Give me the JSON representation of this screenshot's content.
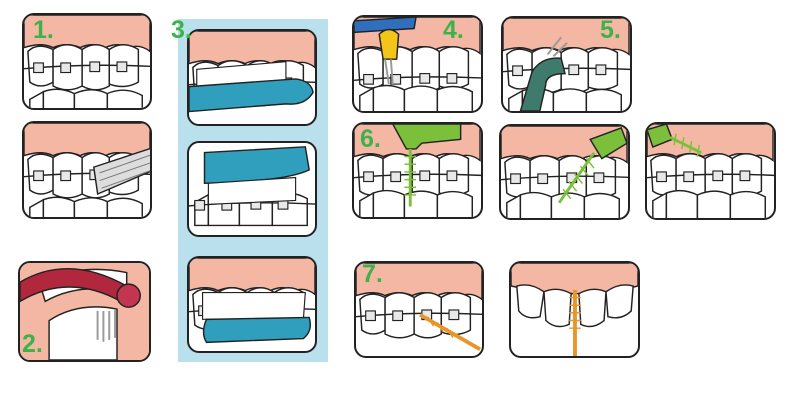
{
  "steps": {
    "s1": "1.",
    "s2": "2.",
    "s3": "3.",
    "s4": "4.",
    "s5": "5.",
    "s6": "6.",
    "s7": "7."
  },
  "colors": {
    "gum": "#f4b7a4",
    "teeth": "#ffffff",
    "outline": "#222222",
    "column_bg": "#b9e0ec",
    "step_number": "#3cb34a",
    "brush_blue": "#2f9fbd",
    "brush_red": "#b1283e",
    "brush_yellow": "#f3c419",
    "brush_green": "#7bbf3a",
    "brush_teal": "#3f7b6c",
    "brush_orange": "#e8952a"
  },
  "icons": [
    "toothbrush-icon",
    "interdental-brush-icon",
    "floss-pick-icon",
    "single-tuft-brush-icon"
  ]
}
